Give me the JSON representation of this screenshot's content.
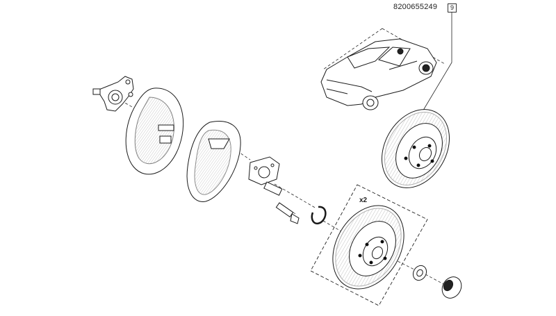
{
  "diagram": {
    "part_number": "8200655249",
    "reference_number": "9",
    "quantity_label": "x2"
  },
  "colors": {
    "line": "#1a1a1a",
    "background": "#ffffff",
    "hatch": "#333333"
  }
}
